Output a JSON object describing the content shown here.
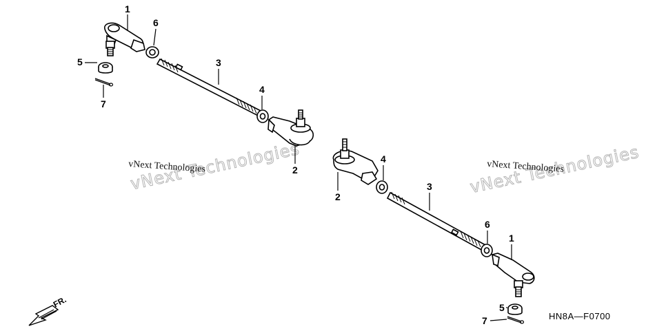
{
  "diagram_code": "HN8A—F0700",
  "direction_label": "FR.",
  "watermarks": [
    {
      "big": "vNext Technologies",
      "small": "vNext Technologies"
    },
    {
      "big": "vNext Technologies",
      "small": "vNext Technologies"
    }
  ],
  "callouts": {
    "left": {
      "p1": "1",
      "p6": "6",
      "p5": "5",
      "p7": "7",
      "p3": "3",
      "p4": "4",
      "p2": "2"
    },
    "right": {
      "p2": "2",
      "p4": "4",
      "p3": "3",
      "p6": "6",
      "p1": "1",
      "p5": "5",
      "p7": "7"
    }
  },
  "parts": [
    {
      "ref": "1",
      "name": "tie-rod-end-outer"
    },
    {
      "ref": "2",
      "name": "tie-rod-end-inner"
    },
    {
      "ref": "3",
      "name": "tie-rod"
    },
    {
      "ref": "4",
      "name": "lock-nut"
    },
    {
      "ref": "5",
      "name": "castle-nut"
    },
    {
      "ref": "6",
      "name": "lock-nut"
    },
    {
      "ref": "7",
      "name": "cotter-pin"
    }
  ]
}
